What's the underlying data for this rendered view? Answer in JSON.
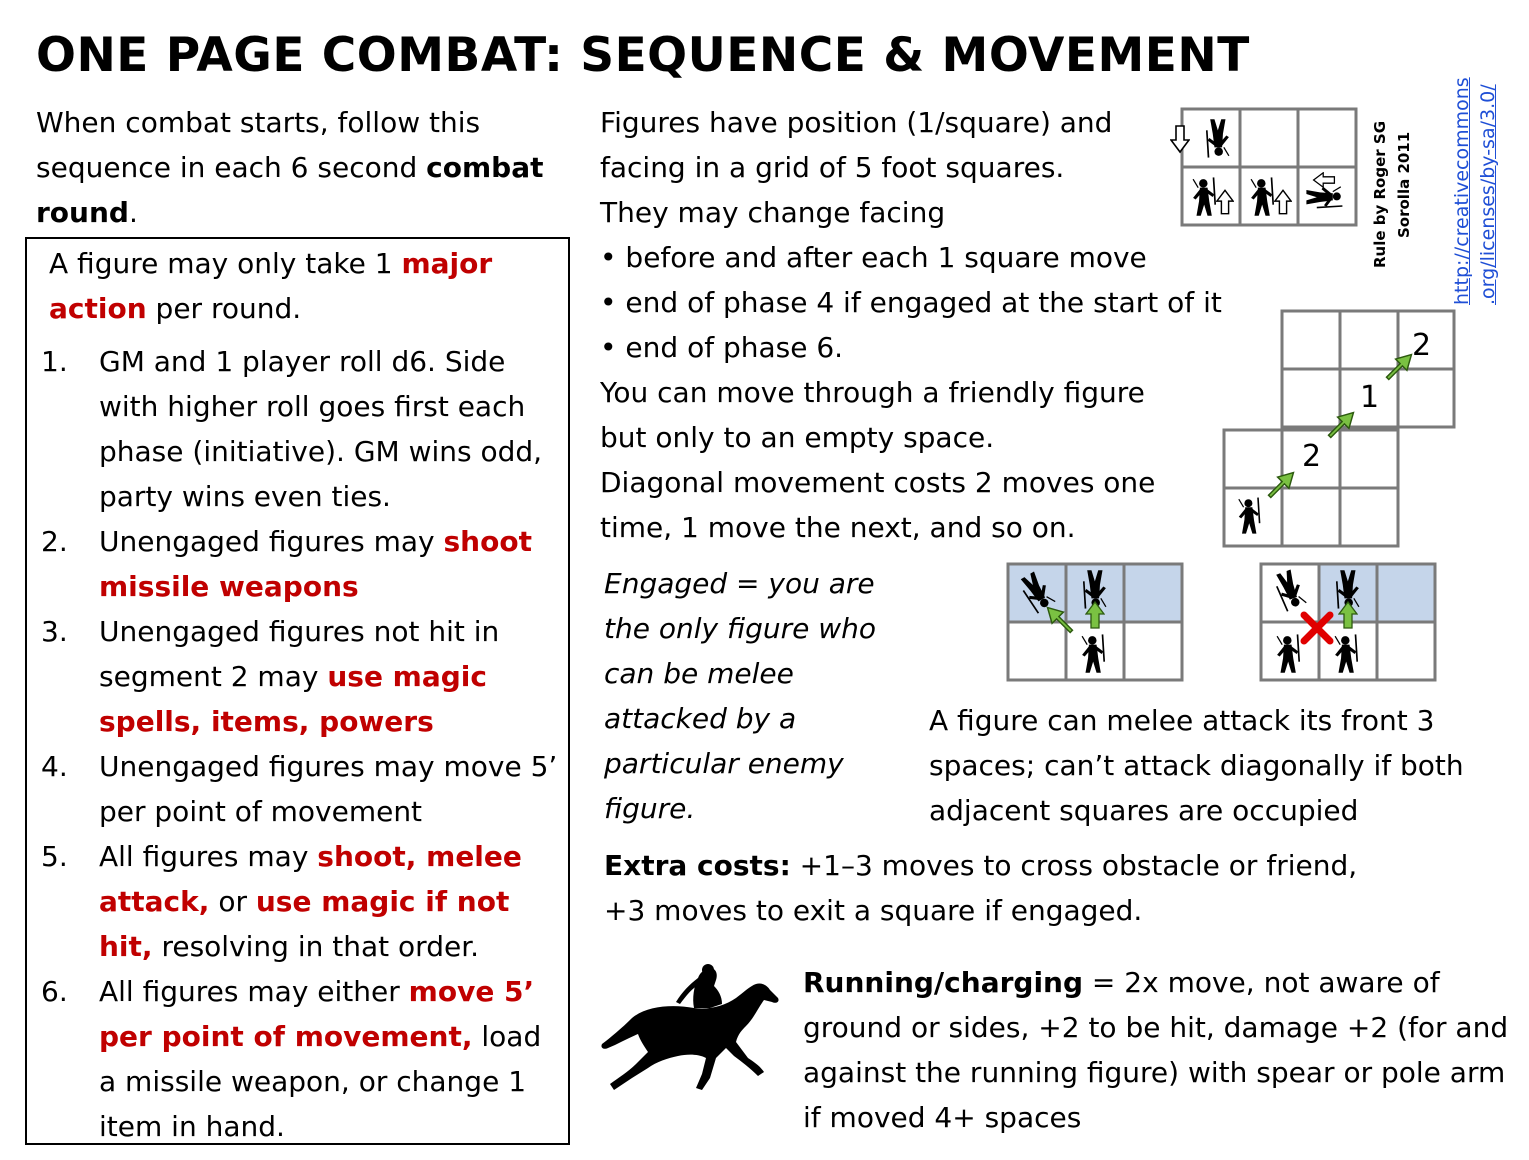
{
  "title": "ONE PAGE COMBAT: SEQUENCE & MOVEMENT",
  "intro": {
    "text": "When combat starts, follow this sequence in each 6 second ",
    "bold": "combat round",
    "end": "."
  },
  "rule_box": {
    "lead_pre": "A figure may only take 1 ",
    "lead_red": "major action",
    "lead_post": " per round.",
    "steps": [
      {
        "num": "1.",
        "t1": "GM and 1 player roll d6. Side with higher roll goes first each phase (initiative). GM wins odd, party wins even ties.",
        "r1": "",
        "t2": "",
        "r2": "",
        "t3": ""
      },
      {
        "num": "2.",
        "t1": "Unengaged figures may ",
        "r1": "shoot missile weapons",
        "t2": "",
        "r2": "",
        "t3": ""
      },
      {
        "num": "3.",
        "t1": "Unengaged figures not hit in segment 2 may ",
        "r1": "use magic spells, items, powers",
        "t2": "",
        "r2": "",
        "t3": ""
      },
      {
        "num": "4.",
        "t1": "Unengaged figures may move 5’ per point of movement",
        "r1": "",
        "t2": "",
        "r2": "",
        "t3": ""
      },
      {
        "num": "5.",
        "t1": "All figures may ",
        "r1": "shoot, melee attack,",
        "t2": " or ",
        "r2": "use magic if not hit,",
        "t3": " resolving in that order."
      },
      {
        "num": "6.",
        "t1": "All figures may either ",
        "r1": "move 5’ per point of movement,",
        "t2": " load a missile weapon, or change 1 item in hand.",
        "r2": "",
        "t3": ""
      }
    ]
  },
  "movement": {
    "lines": [
      "Figures have position (1/square) and",
      "facing in a grid of 5 foot squares.",
      "They may change facing",
      "• before and after each 1 square move",
      "• end of phase 4 if engaged at the start of it",
      "• end of phase 6.",
      "You can move through a friendly figure",
      "but only to an empty space.",
      "Diagonal movement costs 2 moves one",
      "time, 1 move the next, and so on."
    ]
  },
  "credit": {
    "line1": "Rule by Roger SG",
    "line2": "Sorolla 2011"
  },
  "license_link": {
    "line1": "http://creativecommons",
    "line2": ".org/licenses/by-sa/3.0/"
  },
  "diagonal_diagram": {
    "labels": [
      "2",
      "1",
      "2"
    ]
  },
  "engaged": "Engaged =  you are the only figure who can be melee attacked by  a particular enemy figure.",
  "melee": "A figure can melee attack  its front 3 spaces;  can’t attack diagonally if both adjacent squares are occupied",
  "extra_costs": {
    "bold": "Extra costs:",
    "text": "  +1–3 moves to cross obstacle or friend,",
    "line2": "+3 moves to exit a square if engaged."
  },
  "running": {
    "bold": "Running/charging",
    "text": " = 2x move, not aware of ground or sides, +2 to be hit, damage +2 (for and against the running figure) with spear or pole arm if moved 4+ spaces"
  },
  "colors": {
    "red": "#c00000",
    "link": "#1f4fd6",
    "arrow": "#7ac142",
    "engaged_fill": "#c5d5ea",
    "cross": "#e00000"
  },
  "icons": [
    "warrior-figure-icon",
    "facing-arrow-icon",
    "move-arrow-icon",
    "blocked-cross-icon",
    "horse-rider-icon"
  ]
}
